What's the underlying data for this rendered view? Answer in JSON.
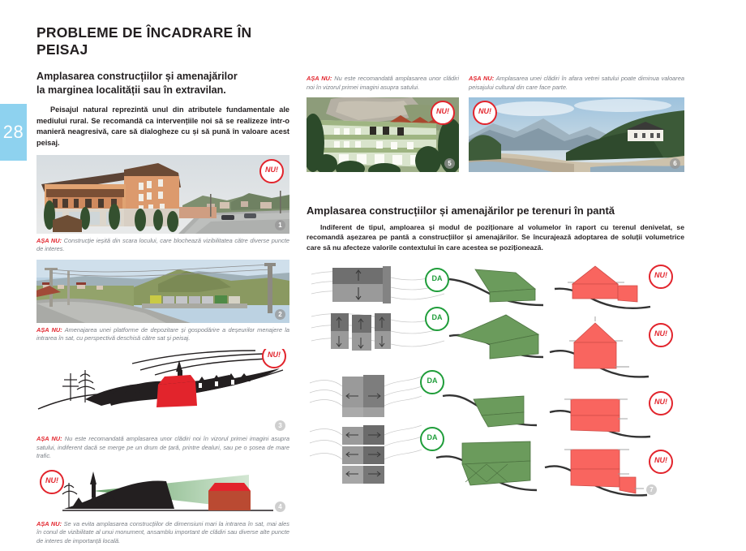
{
  "page_number": "28",
  "title": "PROBLEME DE ÎNCADRARE ÎN PEISAJ",
  "left_column": {
    "section_title_line1": "Amplasarea construcțiilor și amenajărilor",
    "section_title_line2": "la marginea localității sau în extravilan.",
    "intro_paragraph": "Peisajul natural reprezintă unul din atributele fundamentale ale mediului rural. Se recomandă ca intervențiile noi să se realizeze într-o manieră neagresivă, care să dialogheze cu și să pună în valoare acest peisaj.",
    "figures": [
      {
        "number": "1",
        "badge": "NU!",
        "caption_label": "AȘA NU:",
        "caption_text": " Construcție ieșită din scara locului, care blochează vizibilitatea către diverse puncte de interes."
      },
      {
        "number": "2",
        "badge": "",
        "caption_label": "AȘA NU:",
        "caption_text": " Amenajarea unei platforme de depozitare și gospodărire a deșeurilor menajere la intrarea în sat, cu perspectivă deschisă către sat și peisaj."
      },
      {
        "number": "3",
        "badge": "NU!",
        "caption_label": "AȘA NU:",
        "caption_text": " Nu este recomandată amplasarea unor clădiri noi în vizorul primei imagini asupra  satului, indiferent dacă se merge pe un drum de țară, printre dealuri, sau pe o șosea de mare trafic."
      },
      {
        "number": "4",
        "badge": "NU!",
        "caption_label": "AȘA NU:",
        "caption_text": " Se va evita amplasarea construcțiilor de dimensiuni mari la intrarea în sat, mai ales în conul de vizibilitate al unui monument, ansamblu important de clădiri sau diverse alte puncte de interes de importanță locală."
      }
    ]
  },
  "right_column": {
    "figures": [
      {
        "number": "5",
        "badge": "NU!",
        "caption_label": "AȘA NU:",
        "caption_text": " Nu este recomandată  amplasarea unor clădiri noi în vizorul primei imagini asupra satului."
      },
      {
        "number": "6",
        "badge": "NU!",
        "caption_label": "AȘA NU:",
        "caption_text": " Amplasarea unei clădiri în afara vetrei satului poate diminua valoarea peisajului cultural din care face parte."
      }
    ],
    "section_title": "Amplasarea construcțiilor și amenajărilor  pe terenuri în pantă",
    "section_paragraph": "Indiferent de tipul, amploarea și modul de poziționare al volumelor în raport cu terenul denivelat, se recomandă așezarea pe pantă a construcțiilor și amenajărilor. Se încurajează adoptarea de soluții volumetrice care să nu afecteze valorile contextului în care acestea se poziționează.",
    "diagram_block": {
      "number": "7",
      "good_label": "DA",
      "bad_label": "NU!",
      "rows": [
        {
          "plan": "two-band-plan",
          "good_label": "DA",
          "bad_label": "NU!"
        },
        {
          "plan": "three-band-plan",
          "good_label": "DA",
          "bad_label": "NU!"
        },
        {
          "plan": "vertical-two-plan",
          "good_label": "DA",
          "bad_label": "NU!"
        },
        {
          "plan": "vertical-three-plan",
          "good_label": "DA",
          "bad_label": "NU!"
        }
      ]
    }
  },
  "colors": {
    "page_tab": "#8ed2ef",
    "caption_label": "#e2242c",
    "caption_text": "#7a7f86",
    "good_green": "#1f9d3a",
    "bad_red": "#e2242c",
    "diagram_green_fill": "#6b9b5c",
    "diagram_red_fill": "#f9655f",
    "diagram_gray_fill": "#8c8c8c"
  }
}
